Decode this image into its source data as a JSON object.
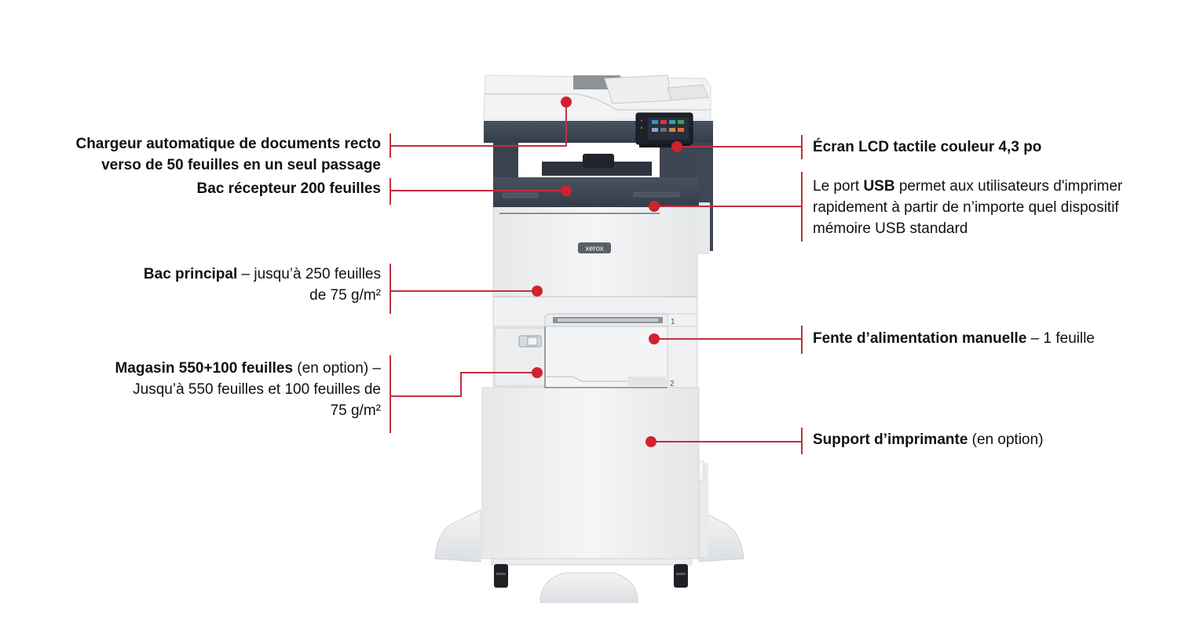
{
  "diagram": {
    "subject": "Xerox multifunction printer with optional tray and stand",
    "brand_logo": "xerox",
    "tray_numbers": [
      "1",
      "2"
    ],
    "colors": {
      "accent": "#d0222f",
      "leader_line": "#c0303f",
      "body_dark": "#3d4654",
      "body_light": "#eef0f1",
      "text": "#111111"
    }
  },
  "callouts": {
    "adf": {
      "side": "left",
      "bold": "Chargeur automatique de documents recto verso de 50 feuilles en un seul passage",
      "line1": "Chargeur automatique de documents recto",
      "line2": "verso de 50 feuilles en un seul passage"
    },
    "output_tray": {
      "side": "left",
      "bold": "Bac récepteur 200 feuilles"
    },
    "main_tray": {
      "side": "left",
      "bold": "Bac principal",
      "rest": " – jusqu’à 250 feuilles",
      "line2": "de 75 g/m²"
    },
    "optional_tray": {
      "side": "left",
      "bold": "Magasin 550+100 feuilles",
      "rest": " (en option) –",
      "line2": "Jusqu’à 550 feuilles et 100 feuilles de",
      "line3": "75 g/m²"
    },
    "lcd": {
      "side": "right",
      "bold": "Écran LCD tactile couleur 4,3 po"
    },
    "usb": {
      "side": "right",
      "pre": "Le port ",
      "bold": "USB",
      "rest": " permet aux utilisateurs d'imprimer",
      "line2": "rapidement à partir de n’importe quel dispositif",
      "line3": "mémoire USB standard"
    },
    "manual_feed": {
      "side": "right",
      "bold": "Fente d’alimentation manuelle",
      "rest": " – 1 feuille"
    },
    "stand": {
      "side": "right",
      "bold": "Support d’imprimante",
      "rest": " (en option)"
    }
  }
}
